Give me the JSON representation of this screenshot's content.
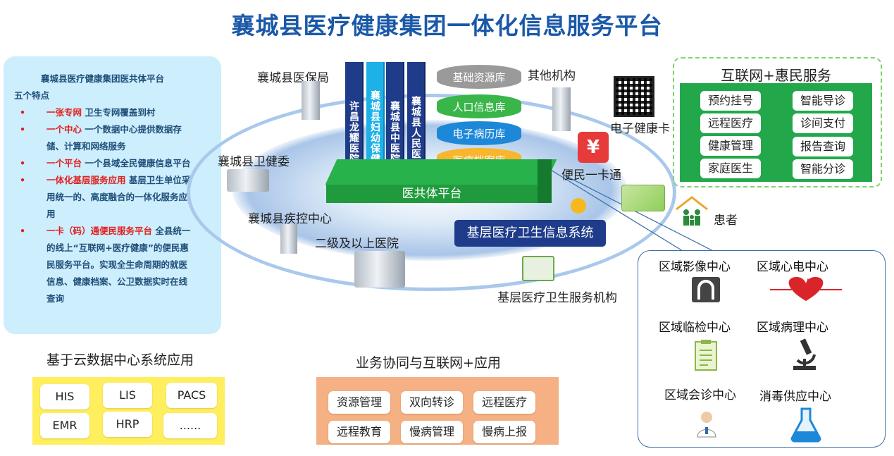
{
  "title": "襄城县医疗健康集团一体化信息服务平台",
  "info_panel": {
    "heading_line1": "襄城县医疗健康集团医共体平台",
    "heading_line2": "五个特点",
    "bullets": [
      {
        "key": "一张专网",
        "text": "卫生专网覆盖到村"
      },
      {
        "key": "一个中心",
        "text": "一个数据中心提供数据存储、计算和网络服务"
      },
      {
        "key": "一个平台",
        "text": "一个县域全民健康信息平台"
      },
      {
        "key": "一体化基层服务应用",
        "text": "基层卫生单位采用统一的、高度融合的一体化服务应用"
      },
      {
        "key": "一卡（码）通便民服务平台",
        "text": "全县统一的线上“互联网+医疗健康”的便民惠民服务平台。实现全生命周期的就医信息、健康档案、公卫数据实时在线查询"
      }
    ]
  },
  "cloud_apps": {
    "title": "基于云数据中心系统应用",
    "items": [
      "HIS",
      "LIS",
      "PACS",
      "EMR",
      "HRP",
      "......"
    ]
  },
  "business": {
    "title": "业务协同与互联网+应用",
    "items": [
      "资源管理",
      "双向转诊",
      "远程医疗",
      "远程教育",
      "慢病管理",
      "慢病上报"
    ]
  },
  "hospitals": [
    "许昌龙耀医院",
    "襄城县妇幼保健院",
    "襄城县中医院",
    "襄城县人民医院"
  ],
  "databases": [
    {
      "label": "基础资源库",
      "color": "#9a9a9a"
    },
    {
      "label": "人口信息库",
      "color": "#39b54a"
    },
    {
      "label": "电子病历库",
      "color": "#1e88d8"
    },
    {
      "label": "医疗档案库",
      "color": "#f9b52e"
    }
  ],
  "platform_label": "医共体平台",
  "primary_system_label": "基层医疗卫生信息系统",
  "nodes": {
    "medical_insurance": "襄城县医保局",
    "health_commission": "襄城县卫健委",
    "cdc": "襄城县疾控中心",
    "secondary_hospitals": "二级及以上医院",
    "primary_institutions": "基层医疗卫生服务机构",
    "other_orgs": "其他机构",
    "e_health_card": "电子健康卡",
    "one_card": "便民一卡通",
    "patient": "患者"
  },
  "internet": {
    "title": "互联网+惠民服务",
    "left": [
      "预约挂号",
      "远程医疗",
      "健康管理",
      "家庭医生"
    ],
    "right": [
      "智能导诊",
      "诊间支付",
      "报告查询",
      "智能分诊"
    ]
  },
  "regional_centers": [
    "区域影像中心",
    "区域心电中心",
    "区域临检中心",
    "区域病理中心",
    "区域会诊中心",
    "消毒供应中心"
  ],
  "colors": {
    "title": "#1a58a8",
    "accent_red": "#e21f1f",
    "platform_green": "#28b24b",
    "navy": "#1f3c8a"
  }
}
